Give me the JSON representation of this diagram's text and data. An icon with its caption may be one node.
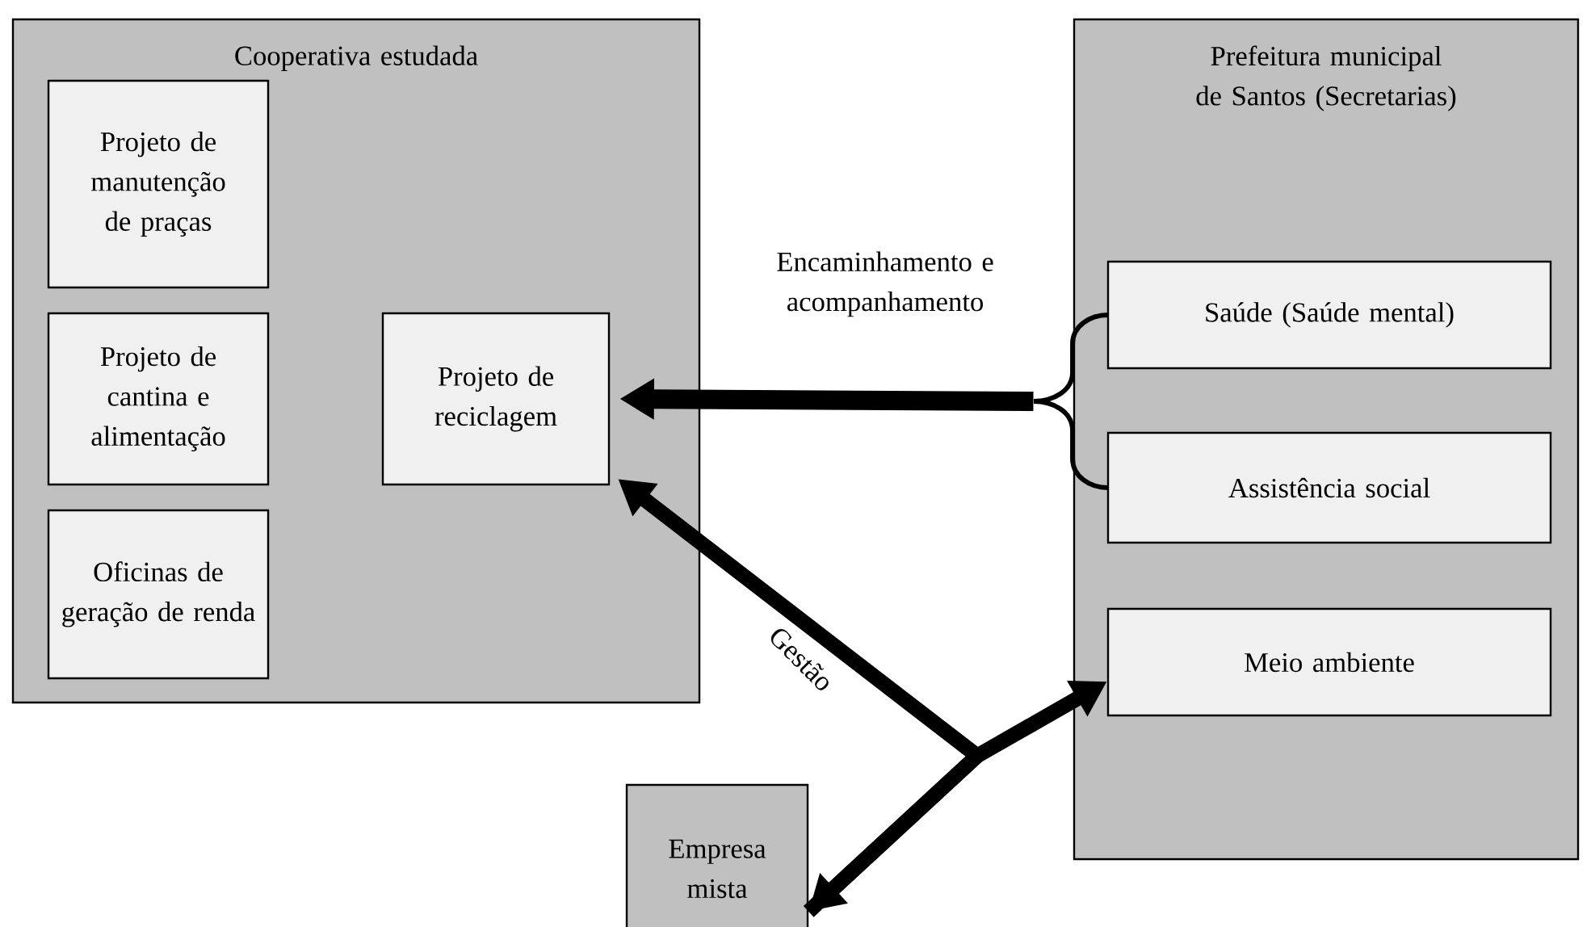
{
  "diagram": {
    "nodes": [
      {
        "text": [
          "Cooperativa estudada"
        ]
      },
      {
        "text": [
          "Projeto de manutenção de praças"
        ],
        "in": 0
      },
      {
        "text": [
          "Projeto de cantina e alimentação"
        ],
        "in": 0
      },
      {
        "text": [
          "Oficinas de geração de renda"
        ],
        "in": 0
      },
      {
        "text": [
          "Projeto de reciclagem"
        ],
        "in": 0
      },
      {
        "text": [
          "Prefeitura municipal de Santos (Secretarias)"
        ]
      },
      {
        "text": [
          "Saúde (Saúde mental)"
        ],
        "in": 5
      },
      {
        "text": [
          "Assistência social"
        ],
        "in": 5
      },
      {
        "text": [
          "Meio ambiente"
        ],
        "in": 5
      },
      {
        "text": [
          "Empresa mista"
        ]
      },
      {
        "text": [],
        "shape": "brace"
      }
    ],
    "edges": [
      {
        "from": 10,
        "to": 4,
        "arrow": "to",
        "label": "Encaminhamento e acompanhamento"
      },
      {
        "from": 9,
        "to": 4,
        "arrow": "both",
        "label": "Gestão"
      },
      {
        "from": 9,
        "to": 8,
        "arrow": "to"
      }
    ]
  }
}
